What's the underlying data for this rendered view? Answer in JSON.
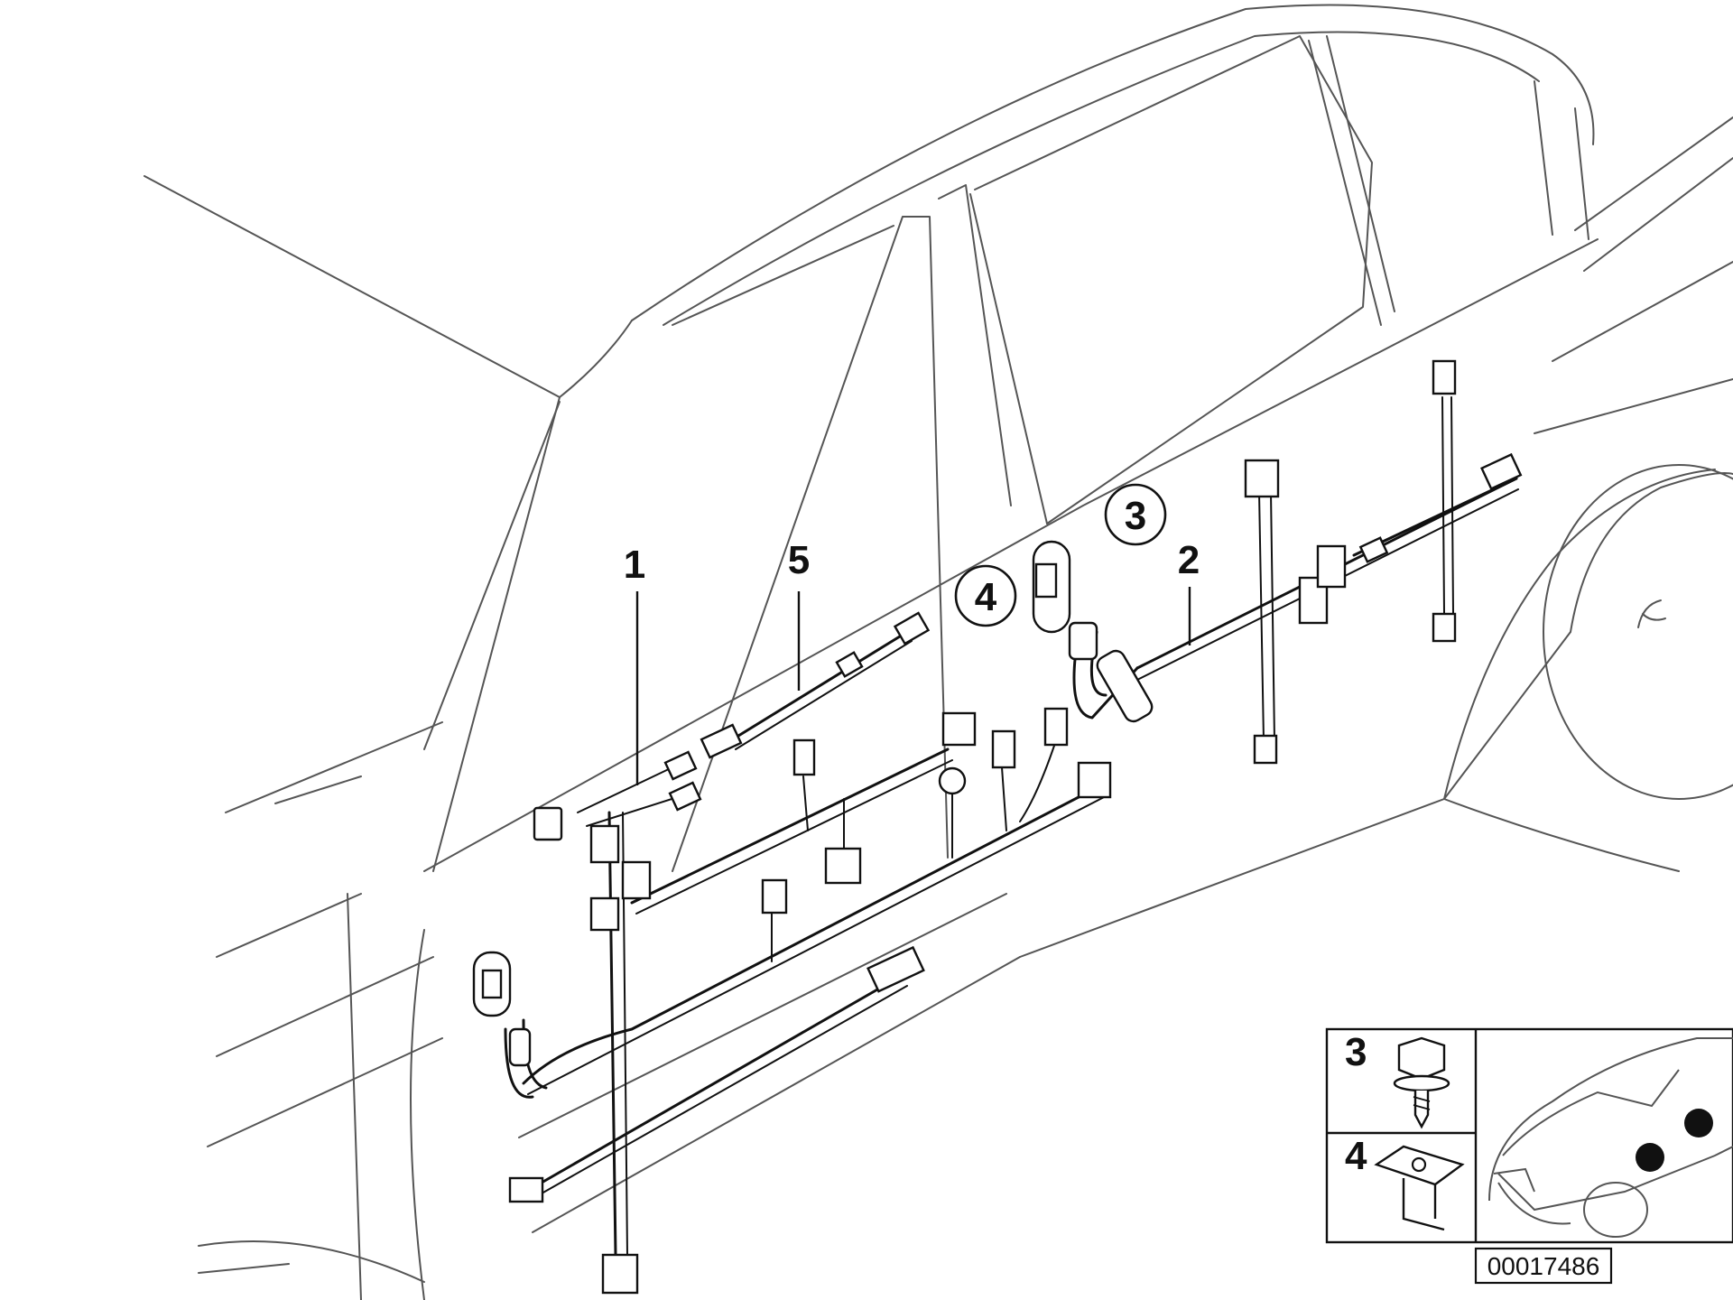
{
  "callouts": {
    "c1": "1",
    "c2": "2",
    "c3": "3",
    "c4": "4",
    "c5": "5"
  },
  "inset": {
    "label_3": "3",
    "label_4": "4",
    "locator_icon": "car-locator-icon"
  },
  "reference_number": "00017486"
}
